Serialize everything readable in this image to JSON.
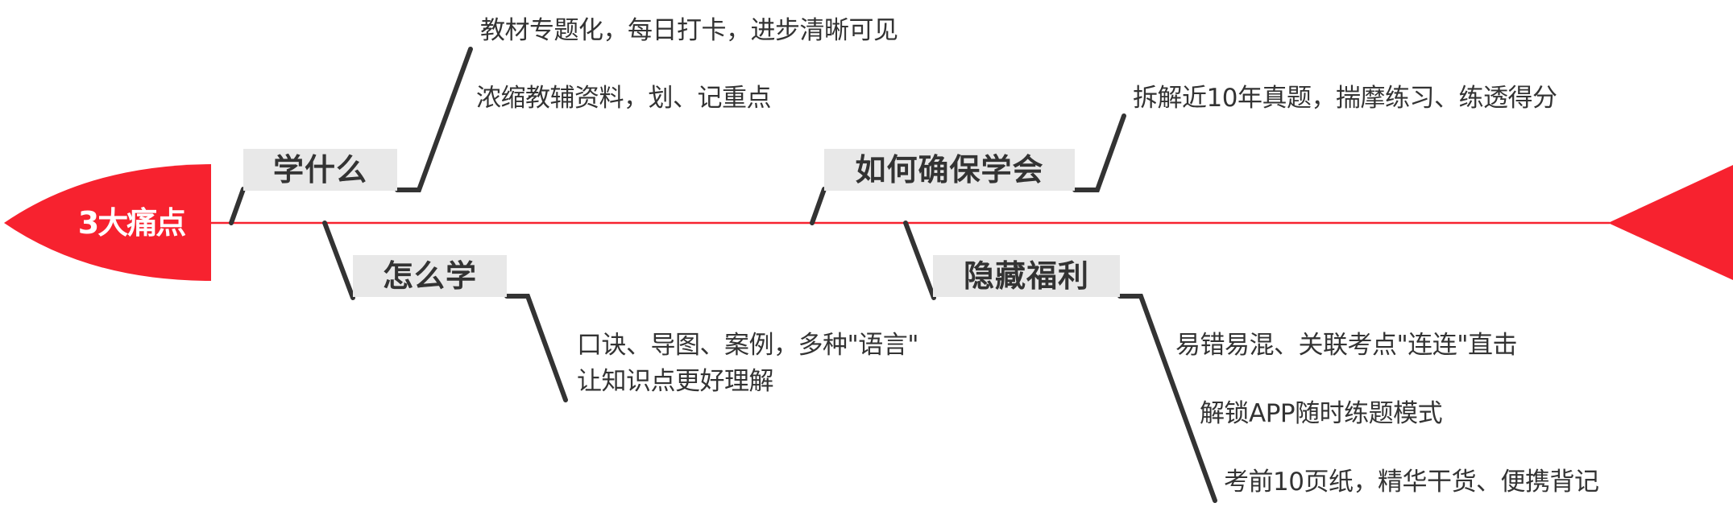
{
  "diagram": {
    "type": "fishbone",
    "colors": {
      "spine": "#f7222f",
      "head": "#f7222f",
      "tail": "#f7222f",
      "branch_line": "#333333",
      "category_box": "#e8e8e8",
      "category_text": "#333333",
      "leaf_text": "#333333",
      "head_text": "#ffffff"
    },
    "head": {
      "label": "3大痛点"
    },
    "categories": [
      {
        "label": "学什么",
        "position": "top",
        "items": [
          "教材专题化，每日打卡，进步清晰可见",
          "浓缩教辅资料，划、记重点"
        ]
      },
      {
        "label": "怎么学",
        "position": "bottom",
        "items": [
          "口诀、导图、案例，多种\"语言\"",
          "让知识点更好理解"
        ]
      },
      {
        "label": "如何确保学会",
        "position": "top",
        "items": [
          "拆解近10年真题，揣摩练习、练透得分"
        ]
      },
      {
        "label": "隐藏福利",
        "position": "bottom",
        "items": [
          "易错易混、关联考点\"连连\"直击",
          "解锁APP随时练题模式",
          "考前10页纸，精华干货、便携背记"
        ]
      }
    ]
  }
}
